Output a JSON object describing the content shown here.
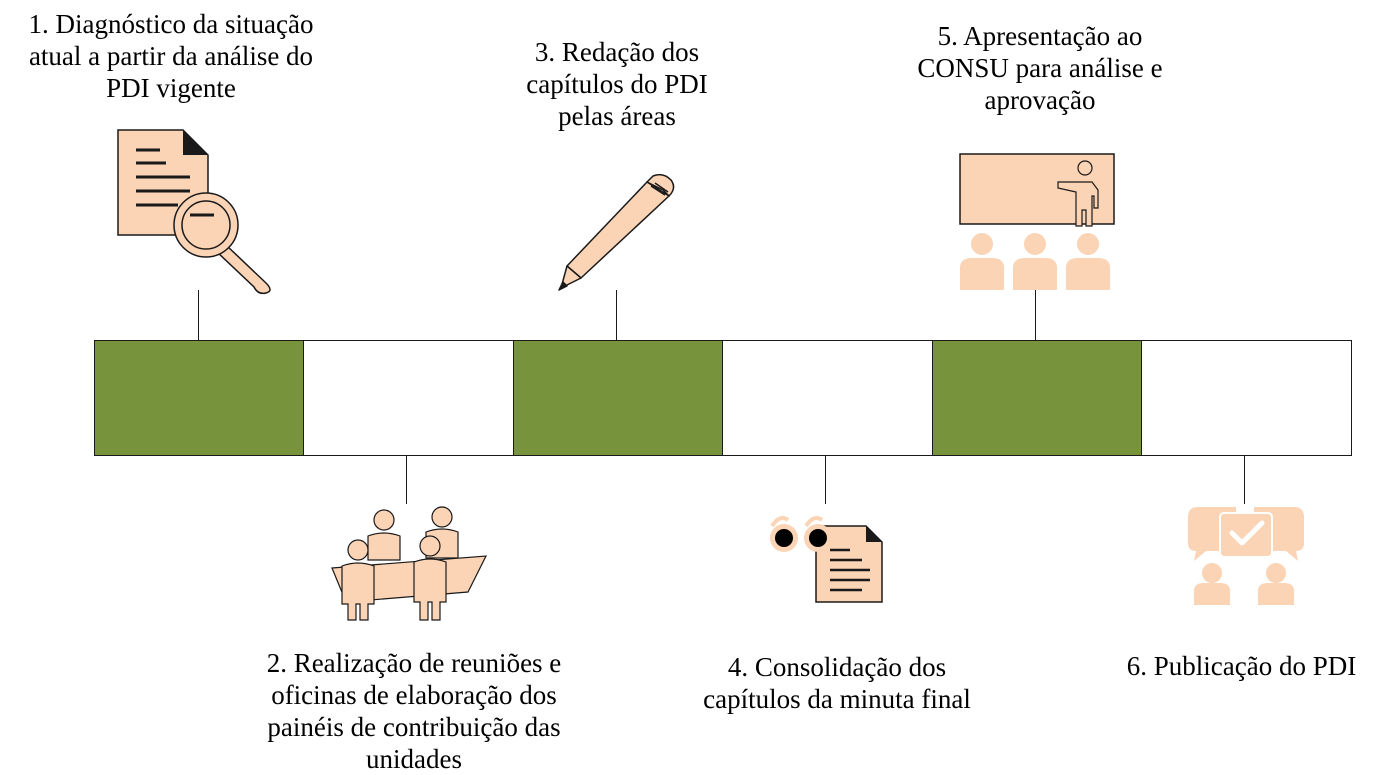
{
  "colors": {
    "green_segment": "#77933c",
    "white_segment": "#ffffff",
    "icon_fill": "#fbd3b5",
    "outline": "#1a1a1a"
  },
  "timeline": {
    "segments": [
      "green",
      "white",
      "green",
      "white",
      "green",
      "white"
    ]
  },
  "steps": [
    {
      "lines": [
        "1. Diagnóstico da situação",
        "atual a partir da análise do",
        "PDI vigente"
      ],
      "icon": "document-magnifier-icon"
    },
    {
      "lines": [
        "2. Realização de reuniões e",
        "oficinas de elaboração dos",
        "painéis de contribuição das",
        "unidades"
      ],
      "icon": "meeting-table-icon"
    },
    {
      "lines": [
        "3. Redação dos",
        "capítulos do PDI",
        "pelas áreas"
      ],
      "icon": "pencil-icon"
    },
    {
      "lines": [
        "4. Consolidação dos",
        "capítulos da minuta final"
      ],
      "icon": "glasses-document-icon"
    },
    {
      "lines": [
        "5. Apresentação ao",
        "CONSU para análise e",
        "aprovação"
      ],
      "icon": "presentation-audience-icon"
    },
    {
      "lines": [
        "6. Publicação do PDI"
      ],
      "icon": "approval-chat-icon"
    }
  ]
}
